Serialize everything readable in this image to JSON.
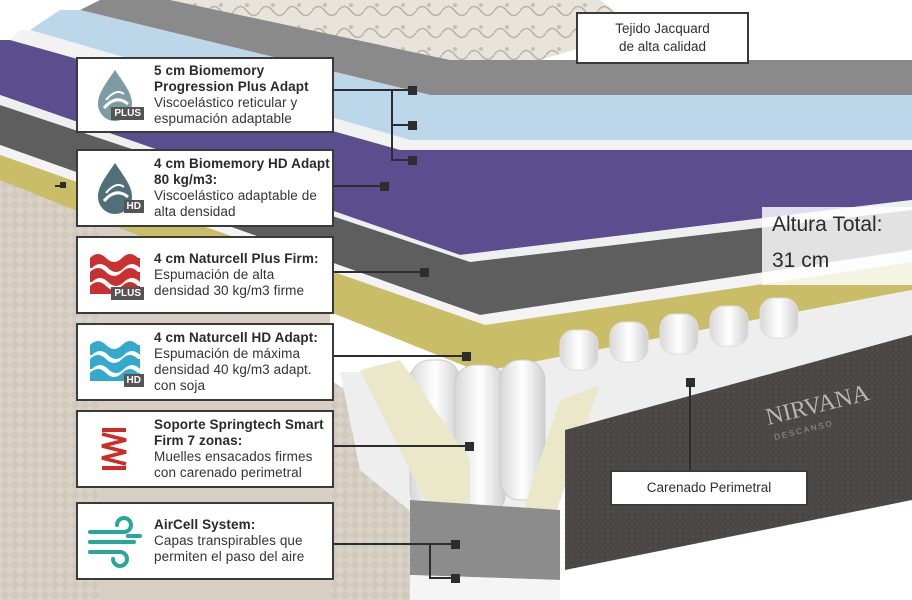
{
  "callouts": [
    {
      "title": "5 cm Biomemory Progression Plus Adapt",
      "desc": "Viscoelástico reticular y espumación adaptable",
      "icon": "drop-leaf-plus-icon",
      "badge": "PLUS"
    },
    {
      "title": "4 cm Biomemory HD Adapt 80 kg/m3:",
      "desc": "Viscoelástico adaptable de alta densidad",
      "icon": "drop-leaf-hd-icon",
      "badge": "HD"
    },
    {
      "title": "4 cm Naturcell Plus Firm:",
      "desc": "Espumación de alta densidad 30 kg/m3 firme",
      "icon": "red-waves-plus-icon",
      "badge": "PLUS"
    },
    {
      "title": "4 cm Naturcell HD Adapt:",
      "desc": "Espumación de máxima densidad 40 kg/m3 adapt. con soja",
      "icon": "blue-waves-hd-icon",
      "badge": "HD"
    },
    {
      "title": "Soporte Springtech Smart Firm 7 zonas:",
      "desc": "Muelles ensacados firmes con carenado perimetral",
      "icon": "red-spring-icon",
      "badge": ""
    },
    {
      "title": "AirCell System:",
      "desc": "Capas transpirables que permiten el paso del aire",
      "icon": "air-flow-icon",
      "badge": ""
    }
  ],
  "tejido": {
    "line1": "Tejido Jacquard",
    "line2": "de alta calidad"
  },
  "altura": {
    "line1": "Altura Total:",
    "line2": "31 cm"
  },
  "carenado": "Carenado Perimetral",
  "brand": {
    "name": "NIRVANA",
    "sub": "DESCANSO"
  },
  "colors": {
    "purple": "#5b4e8f",
    "lightblue": "#bcd6ea",
    "olive": "#c9bd68",
    "darkgray": "#5e5e5e",
    "side_fabric": "#4d4a49"
  }
}
